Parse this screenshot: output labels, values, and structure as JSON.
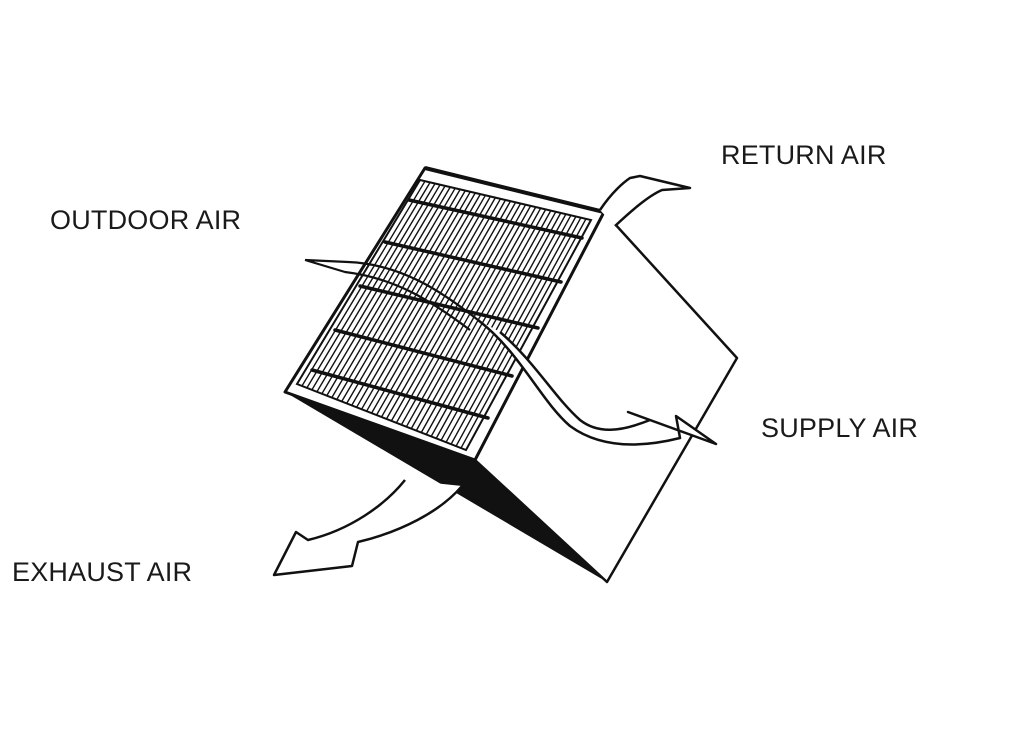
{
  "labels": {
    "return_air": "RETURN AIR",
    "outdoor_air": "OUTDOOR AIR",
    "supply_air": "SUPPLY AIR",
    "exhaust_air": "EXHAUST AIR"
  },
  "colors": {
    "background": "#ffffff",
    "ink": "#111111"
  },
  "icons": {
    "device": "heat-exchanger-core-icon"
  }
}
